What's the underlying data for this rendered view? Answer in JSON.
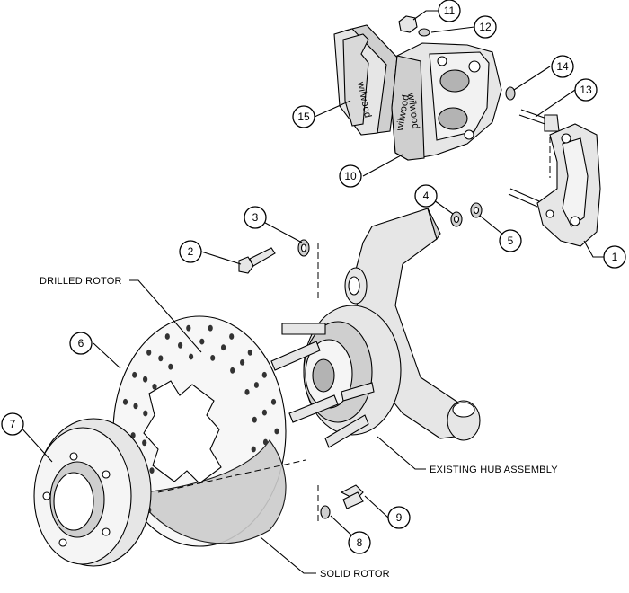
{
  "labels": {
    "drilled_rotor": "DRILLED ROTOR",
    "existing_hub": "EXISTING HUB ASSEMBLY",
    "solid_rotor": "SOLID ROTOR"
  },
  "brand_mark": "wilwood",
  "callouts": [
    {
      "id": "1",
      "label": "1"
    },
    {
      "id": "2",
      "label": "2"
    },
    {
      "id": "3",
      "label": "3"
    },
    {
      "id": "4",
      "label": "4"
    },
    {
      "id": "5",
      "label": "5"
    },
    {
      "id": "6",
      "label": "6"
    },
    {
      "id": "7",
      "label": "7"
    },
    {
      "id": "8",
      "label": "8"
    },
    {
      "id": "9",
      "label": "9"
    },
    {
      "id": "10",
      "label": "10"
    },
    {
      "id": "11",
      "label": "11"
    },
    {
      "id": "12",
      "label": "12"
    },
    {
      "id": "13",
      "label": "13"
    },
    {
      "id": "14",
      "label": "14"
    },
    {
      "id": "15",
      "label": "15"
    }
  ]
}
